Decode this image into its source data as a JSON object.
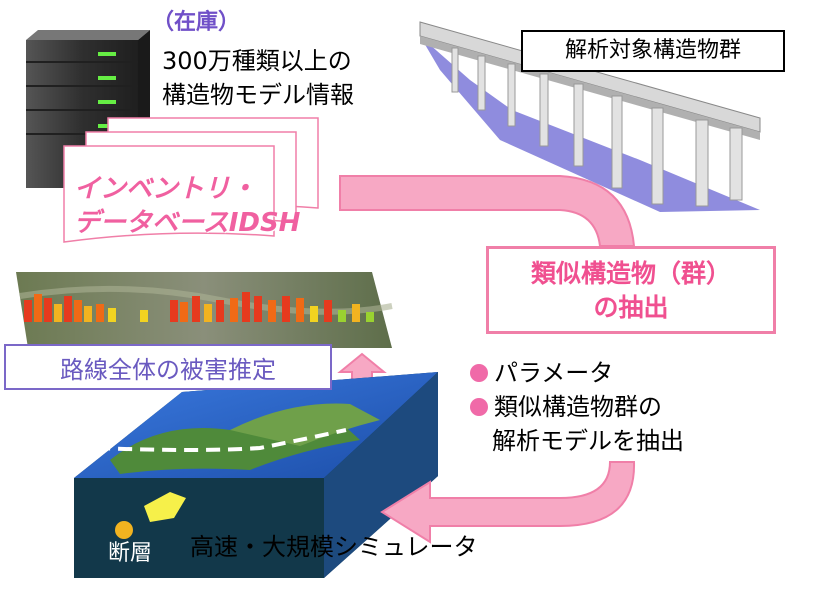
{
  "stock": {
    "label": "（在庫）",
    "desc_line1": "300万種類以上の",
    "desc_line2": "構造物モデル情報"
  },
  "database": {
    "line1": "インベントリ・",
    "line2": "データベースIDSH"
  },
  "structures": {
    "label": "解析対象構造物群"
  },
  "extraction": {
    "line1": "類似構造物（群）",
    "line2": "の抽出"
  },
  "damage": {
    "label": "路線全体の被害推定"
  },
  "bullets": {
    "item1": "パラメータ",
    "item2_line1": "類似構造物群の",
    "item2_line2": "解析モデルを抽出"
  },
  "simulation": {
    "fault_label": "断層",
    "label": "高速・大規模シミュレータ"
  },
  "colors": {
    "pink_arrow": "#f7a8c4",
    "pink_border": "#f07fa8",
    "pink_text": "#f05090",
    "purple": "#7b68c8",
    "ocean": "#2a64c8",
    "block_side": "#12384a",
    "server": "#3a3a3a",
    "server_led": "#66ee44"
  }
}
